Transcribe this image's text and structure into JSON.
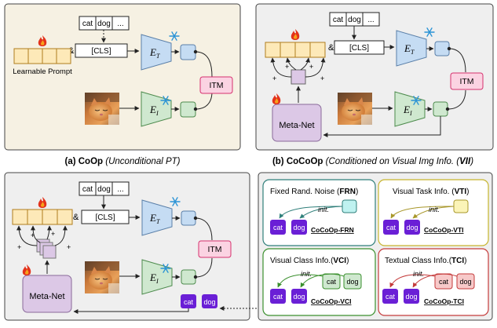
{
  "panel_a": {
    "tokens": [
      "cat",
      "dog",
      "..."
    ],
    "cls": "[CLS]",
    "amp": "&",
    "prompt_label": "Learnable Prompt",
    "enc_text_main": "E",
    "enc_text_sub": "T",
    "enc_img_main": "E",
    "enc_img_sub": "I",
    "itm": "ITM",
    "caption_bold": "(a) CoOp",
    "caption_italic": "(Unconditional PT)"
  },
  "panel_b": {
    "tokens": [
      "cat",
      "dog",
      "..."
    ],
    "cls": "[CLS]",
    "amp": "&",
    "plus": "+",
    "metanet": "Meta-Net",
    "enc_text_main": "E",
    "enc_text_sub": "T",
    "enc_img_main": "E",
    "enc_img_sub": "I",
    "itm": "ITM",
    "caption_bold": "(b) CoCoOp",
    "caption_italic": "(Conditioned on Visual Img Info. (",
    "caption_italic_bold": "VII",
    "caption_end": ")"
  },
  "panel_c": {
    "tokens": [
      "cat",
      "dog",
      "..."
    ],
    "cls": "[CLS]",
    "amp": "&",
    "plus": "+",
    "metanet": "Meta-Net",
    "enc_text_main": "E",
    "enc_text_sub": "T",
    "enc_img_main": "E",
    "enc_img_sub": "I",
    "itm": "ITM",
    "chips": [
      "cat",
      "dog"
    ]
  },
  "panel_d": {
    "init": "init.",
    "frn": {
      "title": "Fixed Rand. Noise (",
      "abbr": "FRN",
      "close": ")",
      "chips": [
        "cat",
        "dog"
      ],
      "name": "CoCoOp-FRN"
    },
    "vti": {
      "title": "Visual Task Info. (",
      "abbr": "VTI",
      "close": ")",
      "chips": [
        "cat",
        "dog"
      ],
      "name": "CoCoOp-VTI"
    },
    "vci": {
      "title": "Visual Class Info.(",
      "abbr": "VCI",
      "close": ")",
      "chips": [
        "cat",
        "dog"
      ],
      "src": [
        "cat",
        "dog"
      ],
      "name": "CoCoOp-VCI"
    },
    "tci": {
      "title": "Textual Class Info.(",
      "abbr": "TCI",
      "close": ")",
      "chips": [
        "cat",
        "dog"
      ],
      "src": [
        "cat",
        "dog"
      ],
      "name": "CoCoOp-TCI"
    }
  },
  "colors": {
    "prompt_fill": "#fde9b8",
    "prompt_stroke": "#b07d1e",
    "text_enc": "#c5dcf3",
    "img_enc": "#cfe8cf",
    "itm_fill": "#fbd3e2",
    "itm_stroke": "#d6306e",
    "metanet": "#dcc8e6",
    "chip": "#6a1fd6",
    "panel_a": "#f6f1e3",
    "panel_gray": "#efefef",
    "frn": "#2f7f7a",
    "vti": "#c6b42d",
    "vci": "#3a8f2d",
    "tci": "#c43a3a"
  }
}
